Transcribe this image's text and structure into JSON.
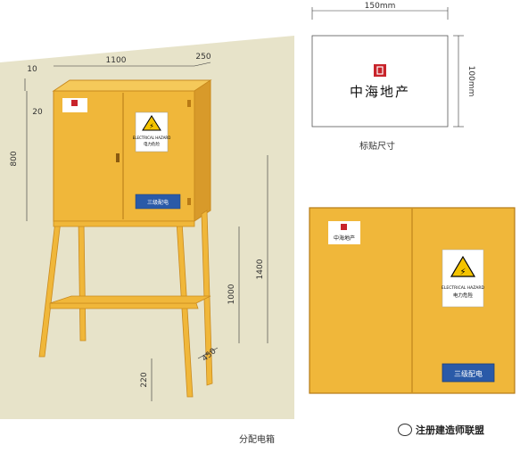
{
  "cabinet_drawing": {
    "dim_width": "1100",
    "dim_depth": "250",
    "dim_top_small_a": "10",
    "dim_top_small_b": "20",
    "dim_height": "800",
    "dim_leg_height": "1000",
    "dim_total_height": "1400",
    "dim_bottom": "220",
    "dim_foot": "450",
    "warning_en": "ELECTRICAL HAZARD",
    "warning_cn": "电力危险",
    "panel_label": "三级配电",
    "caption": "分配电箱"
  },
  "label_sticker": {
    "dim_width": "150mm",
    "dim_height": "100mm",
    "brand_cn": "中海地产",
    "caption": "标贴尺寸"
  },
  "front_view": {
    "brand_cn_small": "中海地产",
    "warning_en": "ELECTRICAL HAZARD",
    "warning_cn": "电力危险",
    "panel_label": "三级配电"
  },
  "watermark": {
    "text": "注册建造师联盟"
  },
  "colors": {
    "cabinet_yellow": "#F0B73A",
    "cabinet_edge": "#C98A1E",
    "background_panel": "#E7E3C9",
    "logo_red": "#C8242B",
    "label_blue": "#2A5AA8"
  }
}
